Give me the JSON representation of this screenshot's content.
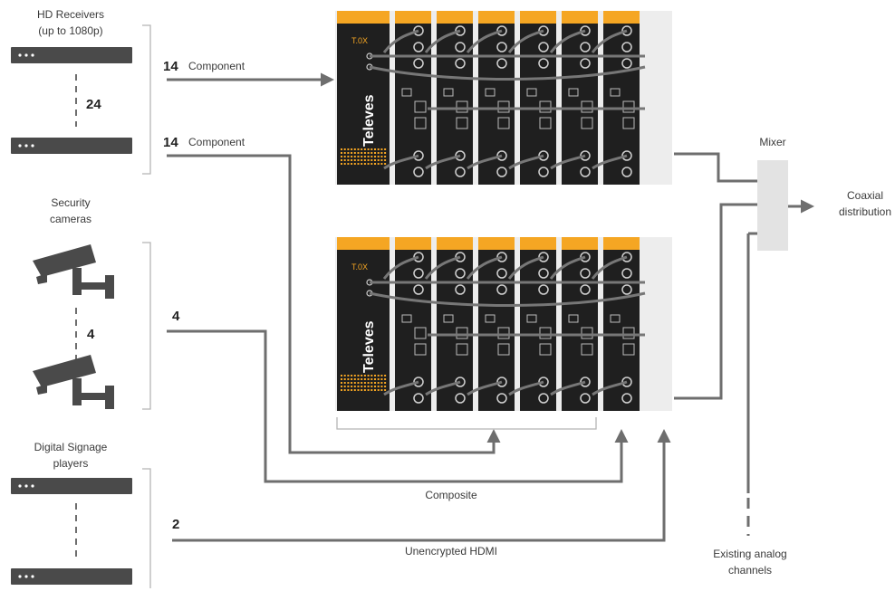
{
  "labels": {
    "hd_receivers_line1": "HD Receivers",
    "hd_receivers_line2": "(up to 1080p)",
    "hd_count": "24",
    "security_line1": "Security",
    "security_line2": "cameras",
    "camera_count": "4",
    "signage_line1": "Digital Signage",
    "signage_line2": "players",
    "component_top_count": "14",
    "component_top_label": "Component",
    "component_mid_count": "14",
    "component_mid_label": "Component",
    "composite_count": "4",
    "hdmi_count": "2",
    "composite_label": "Composite",
    "hdmi_label": "Unencrypted HDMI",
    "mixer_label": "Mixer",
    "coax_line1": "Coaxial",
    "coax_line2": "distribution",
    "existing_line1": "Existing analog",
    "existing_line2": "channels"
  },
  "headend": {
    "brand": "Televes",
    "model": "T.0X",
    "racks": 2,
    "modules_per_rack": 7
  },
  "colors": {
    "accent": "#f5a623",
    "wire": "#6e6e6e",
    "device": "#4a4a4a",
    "rack": "#1f1f1f",
    "mixer": "#e3e3e3"
  }
}
